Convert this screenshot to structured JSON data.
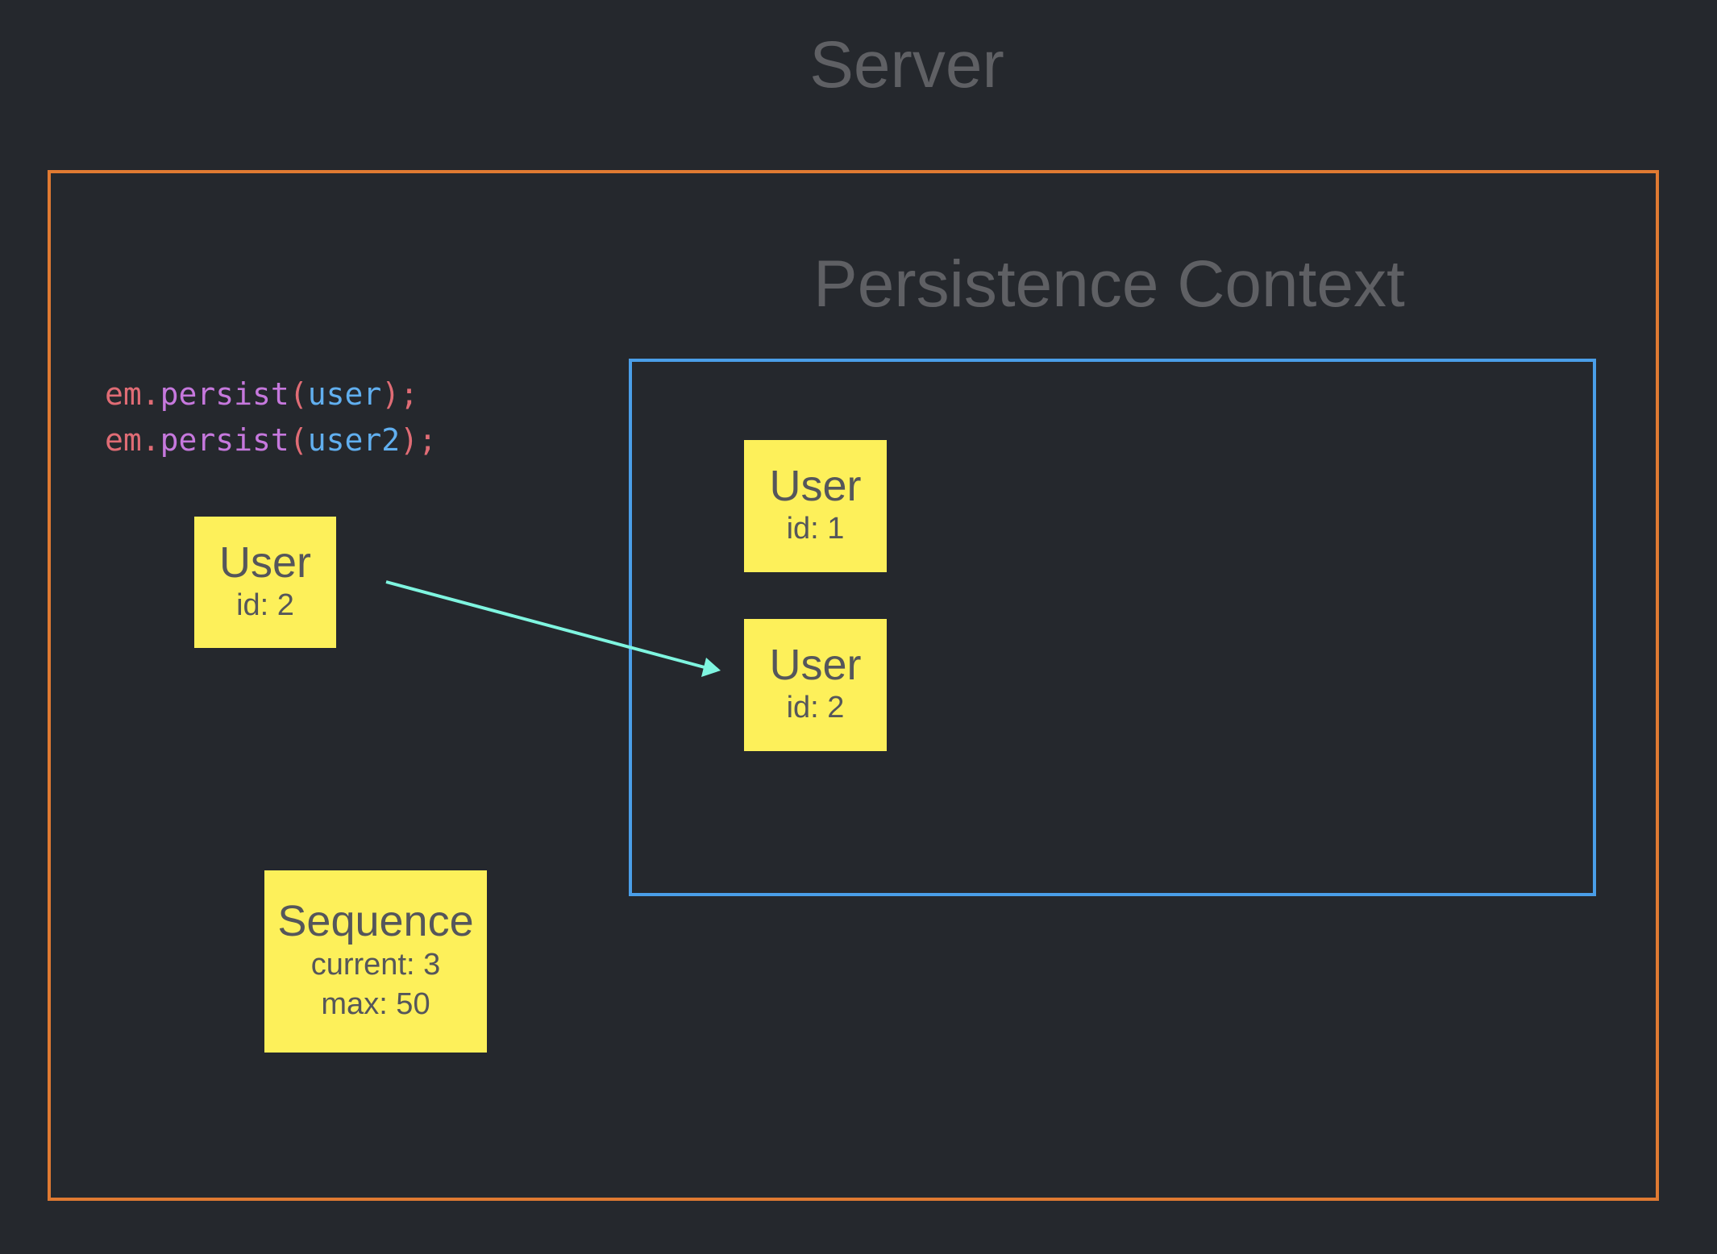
{
  "server": {
    "title": "Server"
  },
  "persistence_context": {
    "title": "Persistence Context"
  },
  "code": {
    "line1": {
      "object": "em",
      "dot": ".",
      "method": "persist",
      "open": "(",
      "arg": "user",
      "close": ");"
    },
    "line2": {
      "object": "em",
      "dot": ".",
      "method": "persist",
      "open": "(",
      "arg": "user2",
      "close": ");"
    }
  },
  "notes": {
    "local_user": {
      "name": "User",
      "sub": "id: 2"
    },
    "context_user_1": {
      "name": "User",
      "sub": "id: 1"
    },
    "context_user_2": {
      "name": "User",
      "sub": "id: 2"
    },
    "sequence": {
      "name": "Sequence",
      "current": "current: 3",
      "max": "max: 50"
    }
  },
  "colors": {
    "background": "#25282d",
    "server_border": "#e07a32",
    "context_border": "#4a9ee8",
    "note_fill": "#fdf05a",
    "note_text": "#55565b",
    "arrow": "#7ff5e0",
    "title_text": "#5f6064"
  }
}
